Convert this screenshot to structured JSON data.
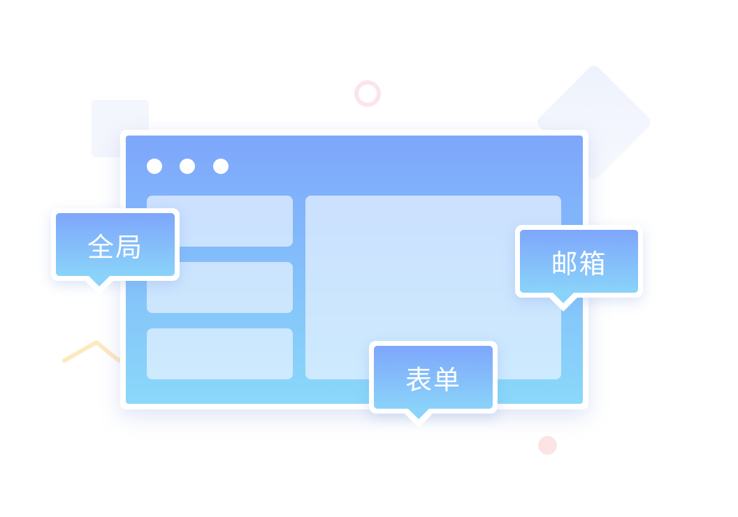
{
  "tags": {
    "global": "全局",
    "mailbox": "邮箱",
    "form": "表单"
  },
  "colors": {
    "window_gradient_top": "#7ea6fb",
    "window_gradient_bottom": "#8ad8fa",
    "panel": "#e8f2ff",
    "deco_pink": "#fbe4ec",
    "deco_yellow": "#fde9c0"
  }
}
